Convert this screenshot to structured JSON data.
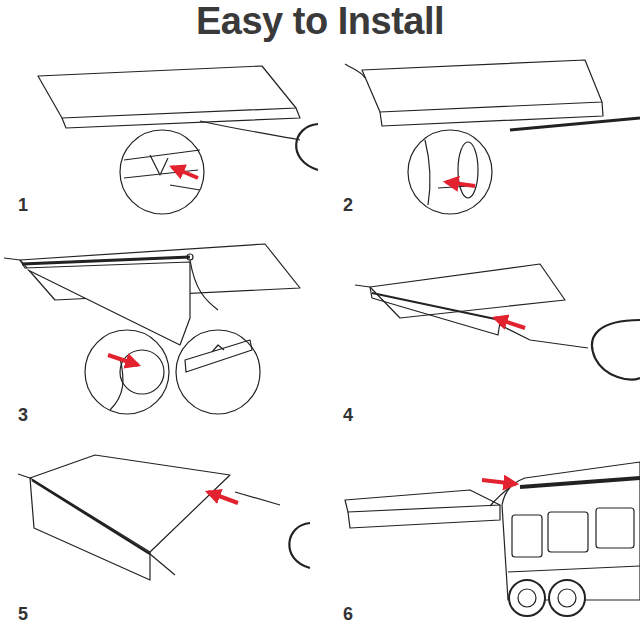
{
  "diagram": {
    "title": "Easy to Install",
    "labels": [
      "1",
      "2",
      "3",
      "4",
      "5",
      "6"
    ]
  }
}
